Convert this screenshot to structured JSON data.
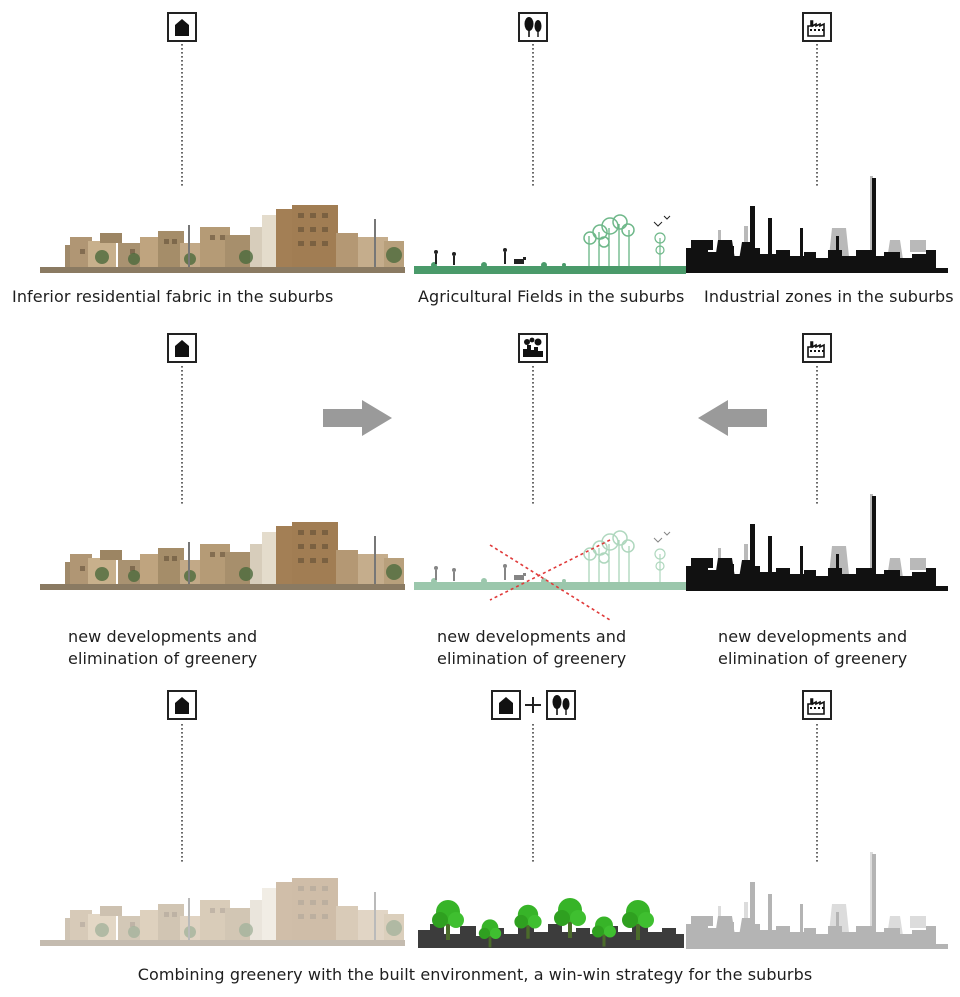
{
  "row1": {
    "captions": {
      "residential": "Inferior residential fabric in the suburbs",
      "agricultural": "Agricultural Fields in the suburbs",
      "industrial": "Industrial zones in the suburbs"
    }
  },
  "row2": {
    "captions": {
      "left": [
        "new developments and",
        "elimination of greenery"
      ],
      "middle": [
        "new developments and",
        "elimination of greenery"
      ],
      "right": [
        "new developments and",
        "elimination of greenery"
      ]
    }
  },
  "row3": {
    "caption": "Combining greenery with the built environment, a win-win strategy for the suburbs"
  },
  "icons": {
    "house": "house-icon",
    "trees": "trees-icon",
    "factory": "factory-icon",
    "city-trees": "city-greenery-icon",
    "plus": "plus-icon"
  },
  "colors": {
    "ground_brown": "#7a6a55",
    "field_green": "#4a9a6a",
    "field_green_faded": "#8fc4a5",
    "industrial_black": "#111111",
    "industrial_gray": "#b9b9b9",
    "tree_green": "#35b526",
    "arrow_gray": "#9a9a9a",
    "cross_red": "#e03a3a",
    "building_tan": "#b9a07e"
  }
}
